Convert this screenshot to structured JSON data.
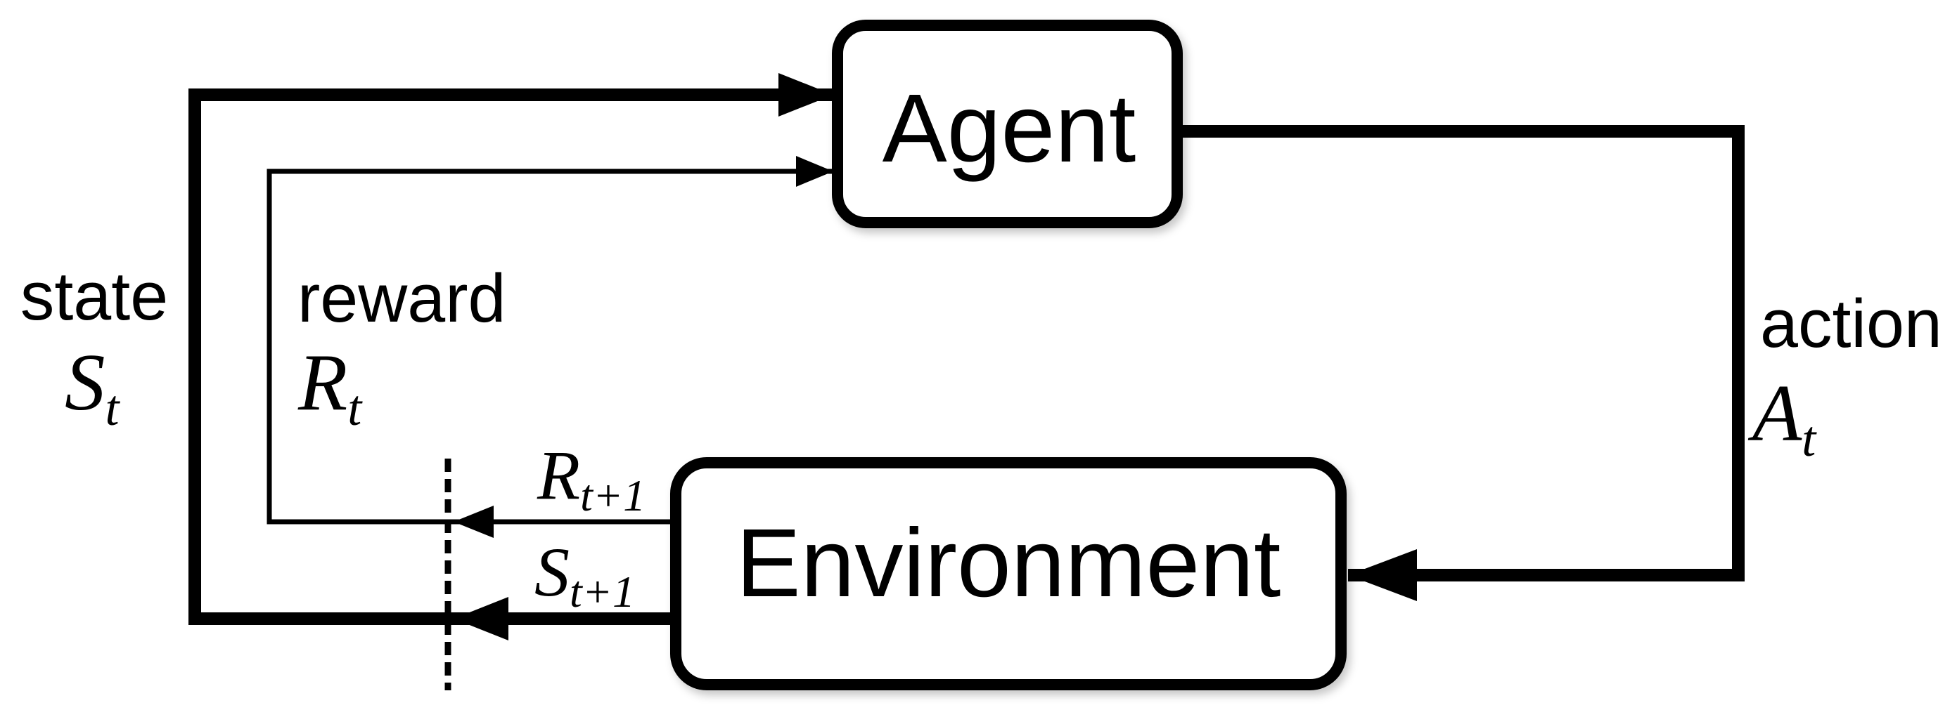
{
  "diagram": {
    "colors": {
      "background": "#ffffff",
      "ink": "#000000",
      "box_fill": "#ffffff"
    },
    "nodes": {
      "agent": {
        "label": "Agent"
      },
      "environment": {
        "label": "Environment"
      }
    },
    "labels": {
      "state": {
        "word": "state",
        "symbol": "S",
        "subscript": "t"
      },
      "reward": {
        "word": "reward",
        "symbol": "R",
        "subscript": "t"
      },
      "action": {
        "word": "action",
        "symbol": "A",
        "subscript": "t"
      },
      "next_reward": {
        "symbol": "R",
        "subscript": "t+1"
      },
      "next_state": {
        "symbol": "S",
        "subscript": "t+1"
      }
    }
  }
}
